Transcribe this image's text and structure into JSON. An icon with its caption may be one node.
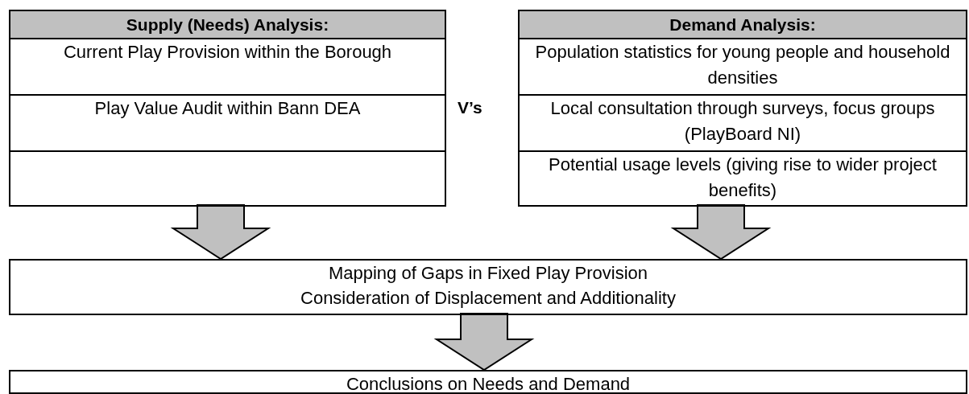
{
  "diagram": {
    "nodes": [
      {
        "text": [
          "Supply (Needs) Analysis:"
        ]
      },
      {
        "text": [
          "Current Play Provision within the Borough"
        ],
        "in": 0
      },
      {
        "text": [
          "Play Value Audit within Bann DEA"
        ],
        "in": 0
      },
      {
        "text": [],
        "shape": "box",
        "in": 0
      },
      {
        "text": [
          "Demand Analysis:"
        ]
      },
      {
        "text": [
          "Population statistics for young people and household densities"
        ],
        "in": 4
      },
      {
        "text": [
          "Local consultation through surveys, focus groups (PlayBoard NI)"
        ],
        "in": 4
      },
      {
        "text": [
          "Potential usage levels (giving rise to wider project benefits)"
        ],
        "in": 4
      },
      {
        "text": [
          "Mapping of Gaps in Fixed Play Provision",
          "Consideration of Displacement and Additionality"
        ]
      },
      {
        "text": [
          "Conclusions on Needs and Demand"
        ]
      }
    ],
    "edges": [
      {
        "from": 0,
        "to": 8,
        "arrow": "to"
      },
      {
        "from": 4,
        "to": 8,
        "arrow": "to"
      },
      {
        "from": 8,
        "to": 9,
        "arrow": "to"
      }
    ],
    "labels": [
      "V’s"
    ]
  }
}
